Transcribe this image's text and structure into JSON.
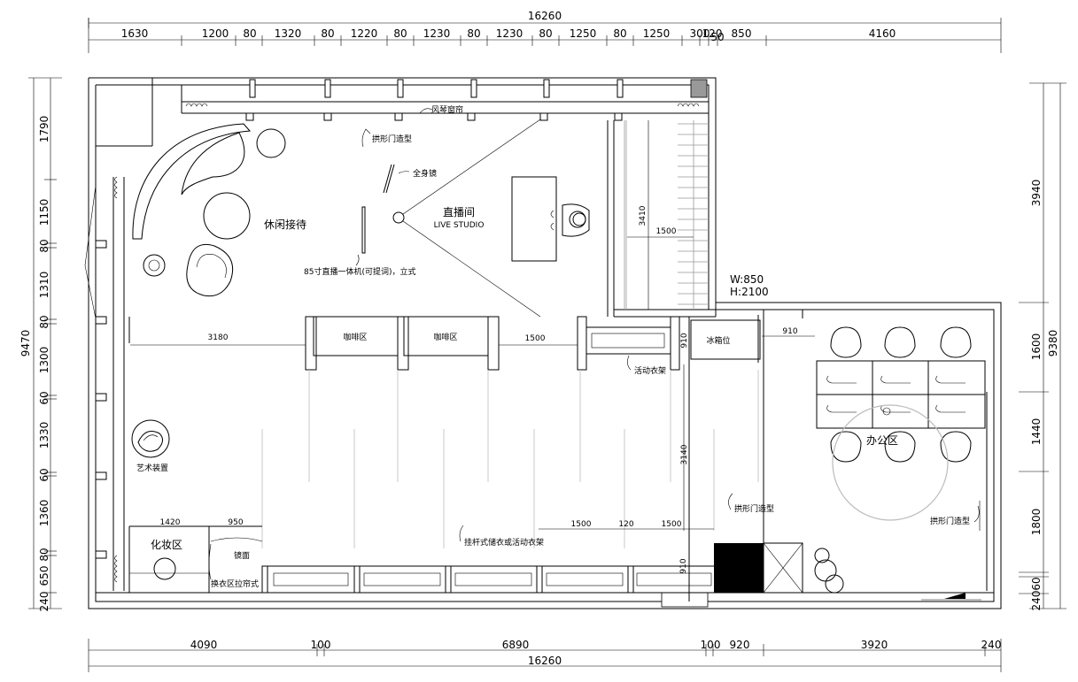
{
  "dims": {
    "top_total": "16260",
    "top": [
      "1630",
      "1200",
      "80",
      "1320",
      "80",
      "1220",
      "80",
      "1230",
      "80",
      "1230",
      "80",
      "1250",
      "80",
      "1250",
      "300",
      "120",
      "50",
      "850",
      "4160"
    ],
    "bottom_total": "16260",
    "bottom": [
      "4090",
      "100",
      "6890",
      "100",
      "920",
      "3920",
      "240"
    ],
    "left_total": "9470",
    "left": [
      "1790",
      "1150",
      "80",
      "1310",
      "80",
      "1300",
      "60",
      "1330",
      "60",
      "1360",
      "80",
      "650",
      "240"
    ],
    "right_total": "9380",
    "right": [
      "3940",
      "1600",
      "1440",
      "1800",
      "60",
      "240"
    ],
    "inner": {
      "d3180": "3180",
      "d1500a": "1500",
      "d910a": "910",
      "d910b": "910",
      "d3410": "3410",
      "d1500b": "1500",
      "d3140": "3140",
      "d1420": "1420",
      "d950": "950",
      "d1500c": "1500",
      "d120": "120",
      "d1500d": "1500",
      "d910c": "910"
    }
  },
  "labels": {
    "leisure": "休闲接待",
    "live": "直播间",
    "live_en": "LIVE STUDIO",
    "office": "办公区",
    "makeup": "化妆区",
    "art": "艺术装置",
    "coffee1": "咖啡区",
    "coffee2": "咖啡区",
    "fridge": "冰箱位",
    "curtain": "风琴窗帘",
    "arch1": "拱形门造型",
    "arch2": "拱形门造型",
    "arch3": "拱形门造型",
    "mirror_full": "全身镜",
    "tv": "85寸直播一体机(可提词)，立式",
    "mobile_rack": "活动衣架",
    "hanging": "挂杆式储衣或活动衣架",
    "mirror": "镜面",
    "changing": "换衣区拉帘式",
    "door_w": "W:850",
    "door_h": "H:2100"
  }
}
